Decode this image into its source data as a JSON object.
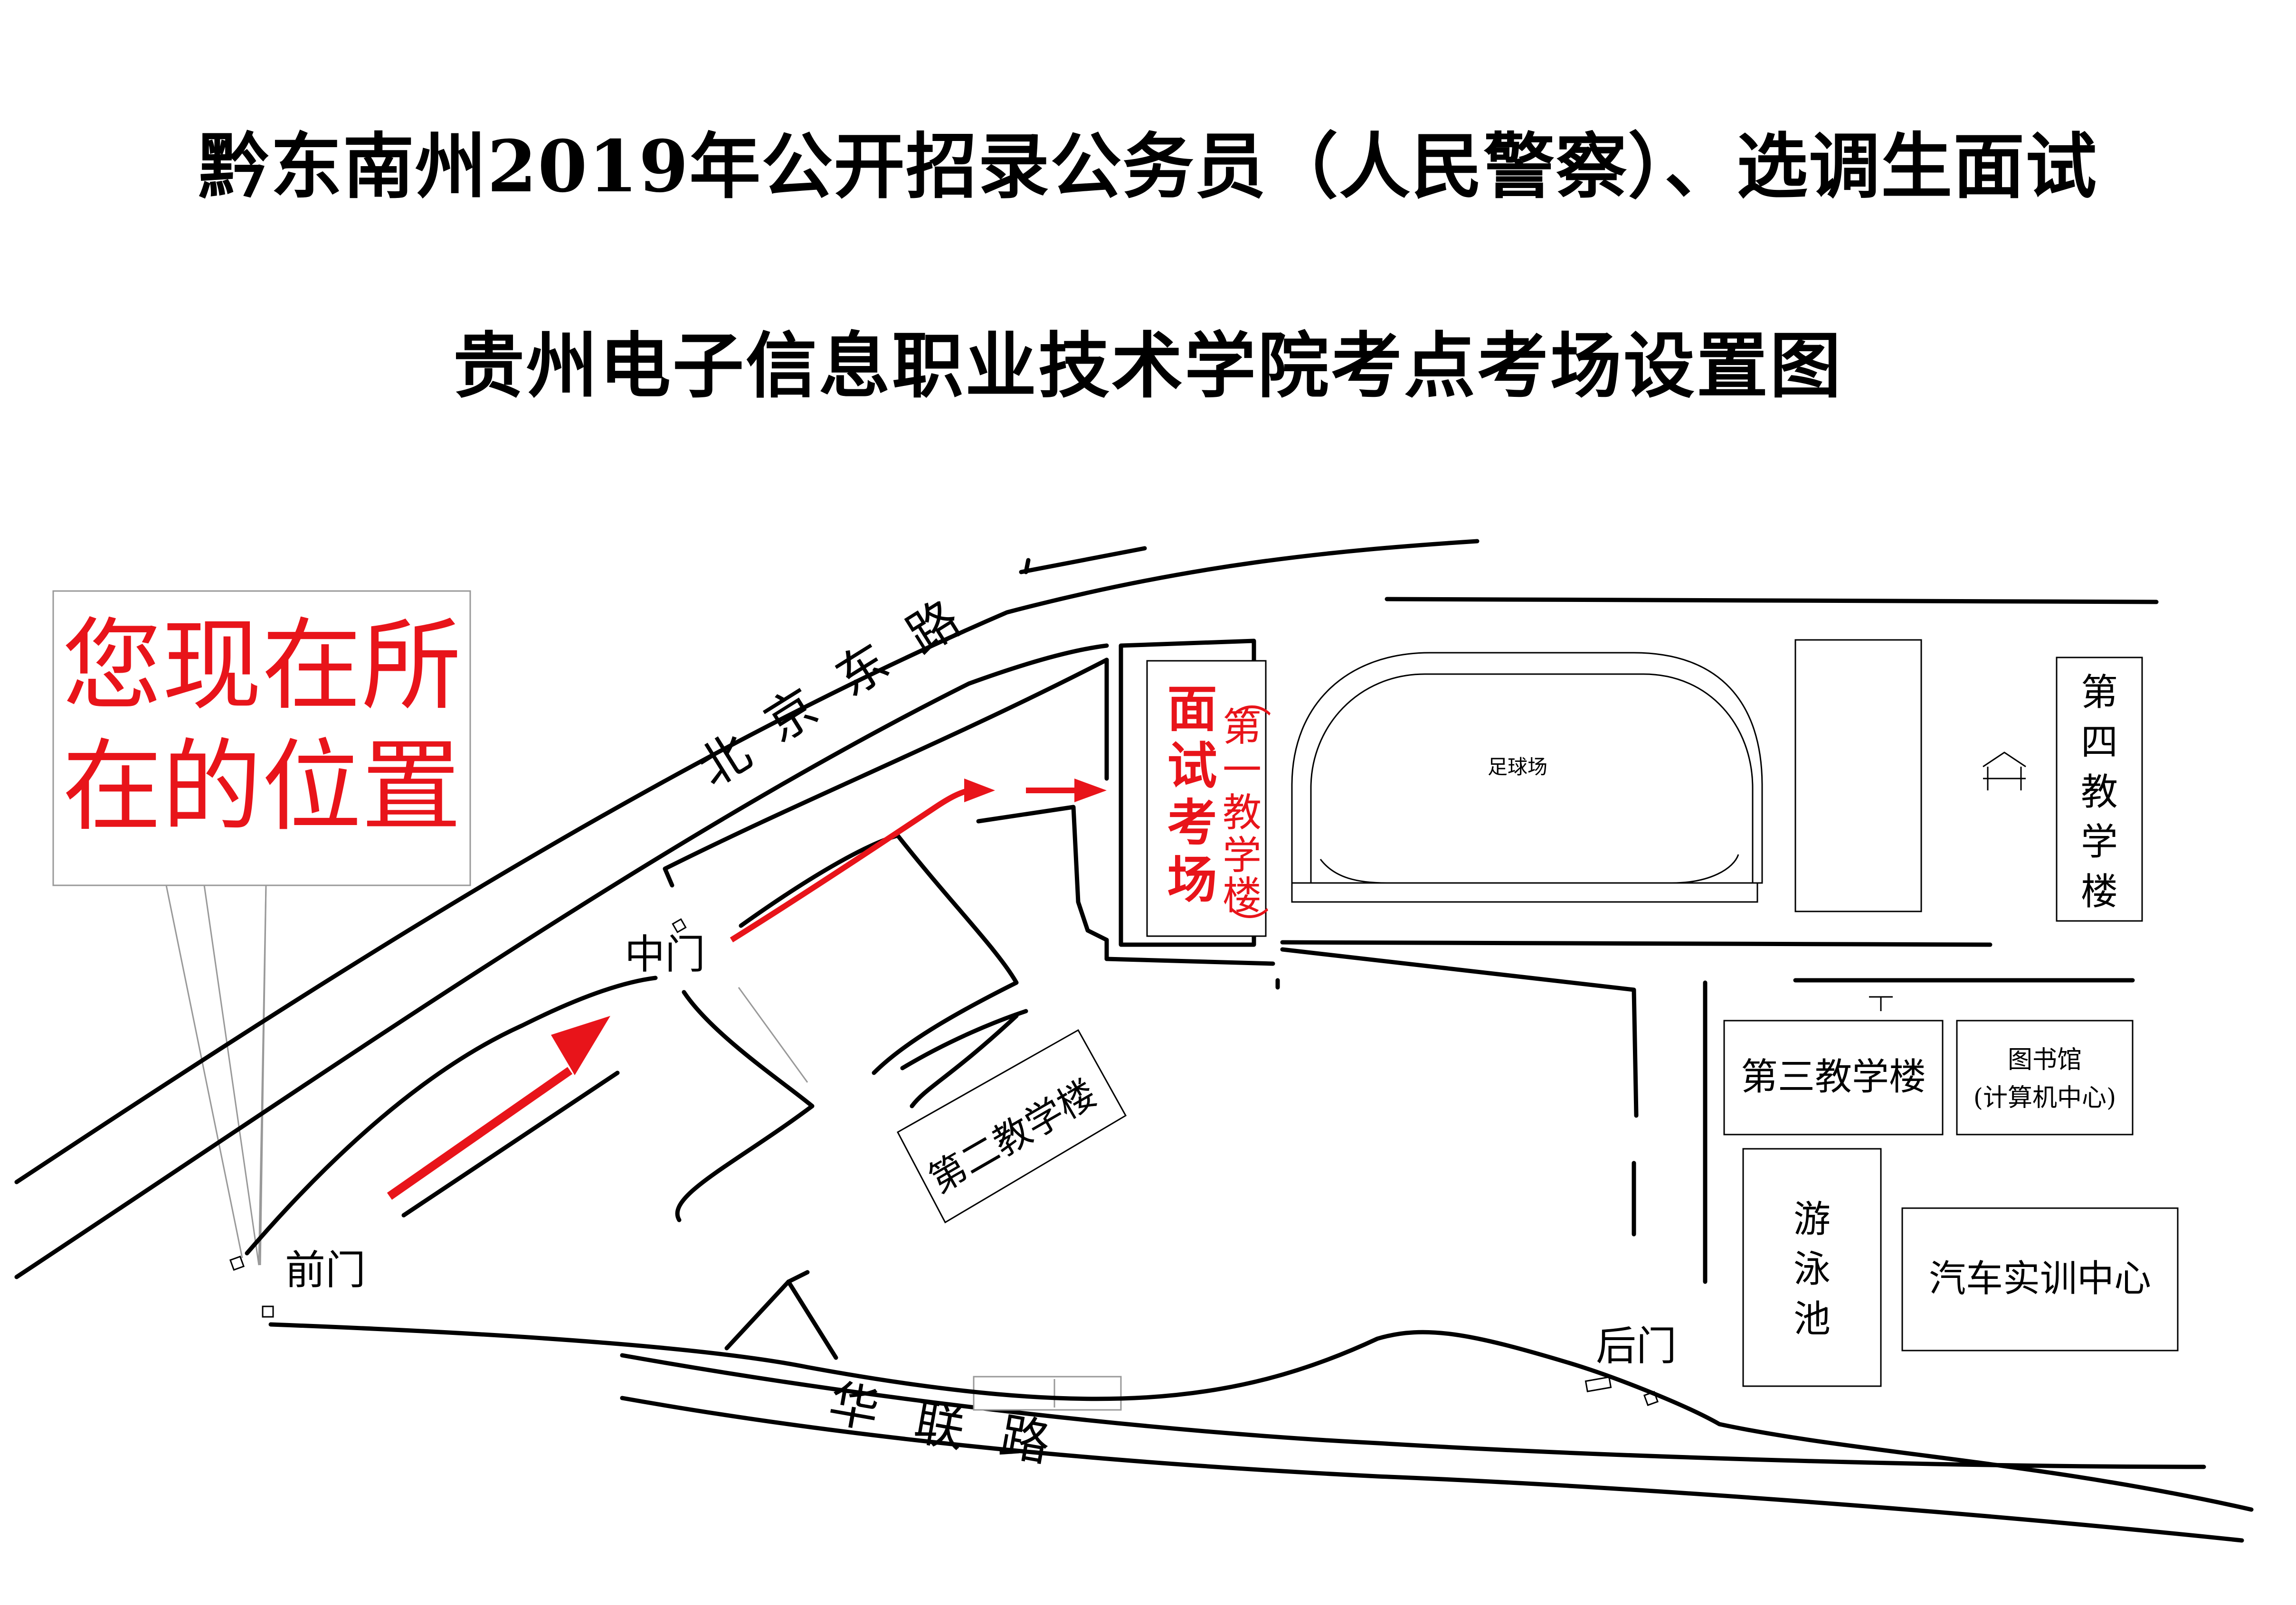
{
  "title": {
    "line1": "黔东南州2019年公开招录公务员（人民警察）、选调生面试",
    "line2": "贵州电子信息职业技术学院考点考场设置图"
  },
  "callout": {
    "line1": "您现在所",
    "line2": "在的位置"
  },
  "roads": {
    "north": [
      "北",
      "京",
      "东",
      "路"
    ],
    "south": [
      "华",
      "联",
      "路"
    ]
  },
  "gates": {
    "front": "前门",
    "middle": "中门",
    "back": "后门"
  },
  "buildings": {
    "interview_hall": [
      "面",
      "试",
      "考",
      "场"
    ],
    "teaching_building_1": [
      "（",
      "第",
      "一",
      "教",
      "学",
      "楼",
      "）"
    ],
    "teaching_building_2": "第二教学楼",
    "teaching_building_3": "第三教学楼",
    "teaching_building_4": [
      "第",
      "四",
      "教",
      "学",
      "楼"
    ],
    "football_field": "足球场",
    "library_line1": "图书馆",
    "library_line2": "(计算机中心)",
    "swimming_pool": [
      "游",
      "泳",
      "池"
    ],
    "auto_training_center": "汽车实训中心"
  },
  "colors": {
    "route_arrow": "#e8141a",
    "callout_text": "#e8141a",
    "lines": "#000000"
  }
}
